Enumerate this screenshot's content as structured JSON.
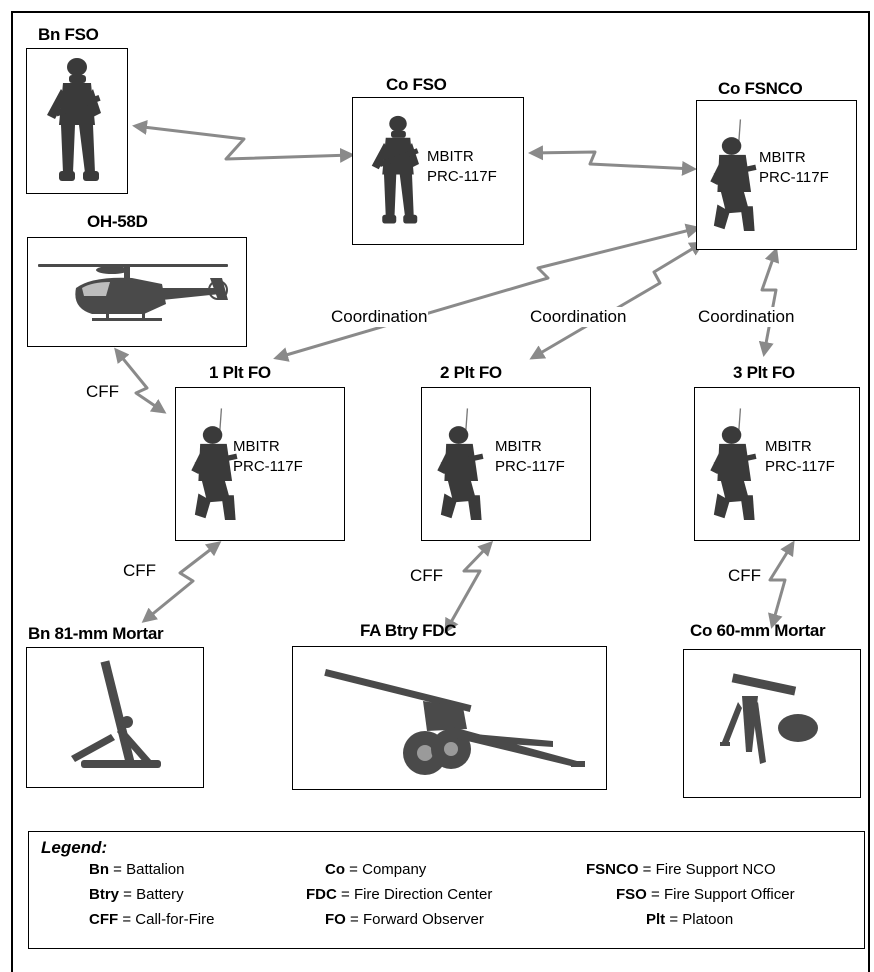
{
  "nodes": {
    "bn_fso": {
      "title": "Bn FSO"
    },
    "co_fso": {
      "title": "Co FSO",
      "radio1": "MBITR",
      "radio2": "PRC-117F"
    },
    "co_fsnco": {
      "title": "Co FSNCO",
      "radio1": "MBITR",
      "radio2": "PRC-117F"
    },
    "oh58d": {
      "title": "OH-58D"
    },
    "plt1": {
      "title": "1 Plt FO",
      "radio1": "MBITR",
      "radio2": "PRC-117F"
    },
    "plt2": {
      "title": "2 Plt FO",
      "radio1": "MBITR",
      "radio2": "PRC-117F"
    },
    "plt3": {
      "title": "3 Plt FO",
      "radio1": "MBITR",
      "radio2": "PRC-117F"
    },
    "bn_mortar": {
      "title": "Bn 81-mm Mortar"
    },
    "fa_btry": {
      "title": "FA Btry FDC"
    },
    "co_mortar": {
      "title": "Co 60-mm Mortar"
    }
  },
  "link_labels": {
    "coordination_1": "Coordination",
    "coordination_2": "Coordination",
    "coordination_3": "Coordination",
    "cff_oh58": "CFF",
    "cff_bn_mortar": "CFF",
    "cff_fa": "CFF",
    "cff_co_mortar": "CFF"
  },
  "legend": {
    "title": "Legend:",
    "entries": [
      {
        "abbr": "Bn",
        "sep": " = ",
        "meaning": "Battalion"
      },
      {
        "abbr": "Co",
        "sep": " = ",
        "meaning": "Company"
      },
      {
        "abbr": "FSNCO",
        "sep": " = ",
        "meaning": "Fire Support NCO"
      },
      {
        "abbr": "Btry",
        "sep": " = ",
        "meaning": "Battery"
      },
      {
        "abbr": "FDC",
        "sep": " = ",
        "meaning": "Fire Direction Center"
      },
      {
        "abbr": "FSO",
        "sep": " = ",
        "meaning": "Fire Support Officer"
      },
      {
        "abbr": "CFF",
        "sep": " = ",
        "meaning": "Call-for-Fire"
      },
      {
        "abbr": "FO",
        "sep": " = ",
        "meaning": "Forward Observer"
      },
      {
        "abbr": "Plt",
        "sep": " = ",
        "meaning": "Platoon"
      }
    ]
  },
  "colors": {
    "link": "#8a8a8a",
    "figure": "#3a3a3a",
    "border": "#000000"
  },
  "icons": {
    "soldier_standing": "soldier-standing-icon",
    "soldier_kneeling": "soldier-kneeling-icon",
    "helicopter": "helicopter-icon",
    "mortar": "mortar-icon",
    "howitzer": "howitzer-icon"
  }
}
